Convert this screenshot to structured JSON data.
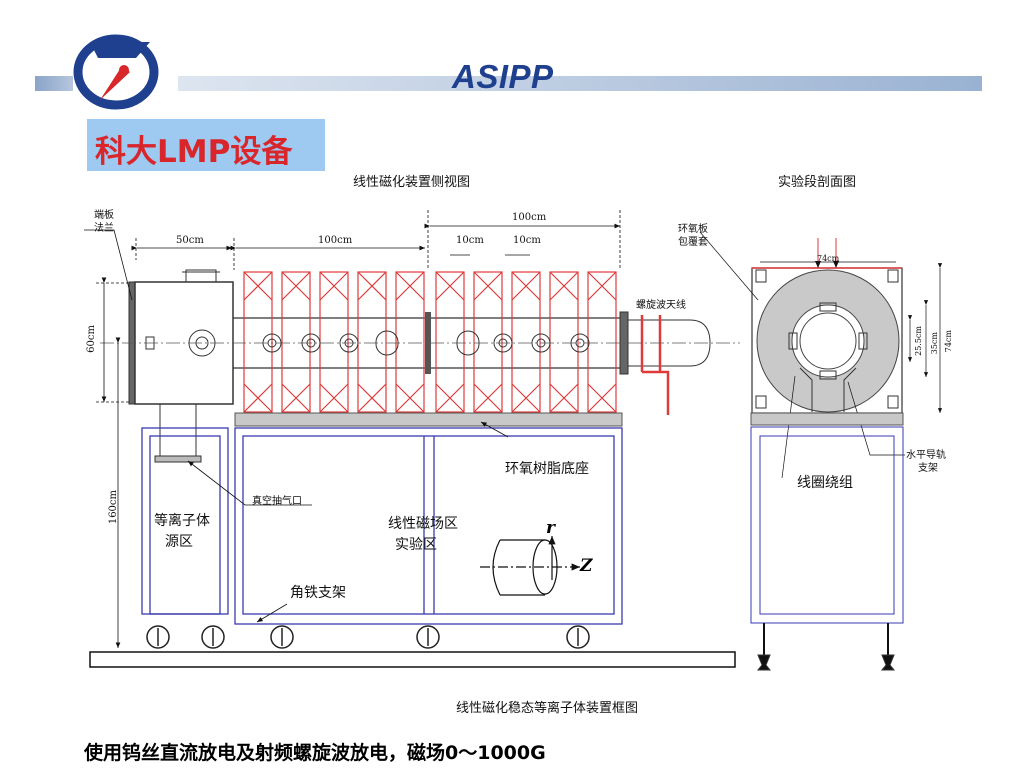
{
  "header": {
    "brand": "ASIPP",
    "slide_title": "科大LMP设备"
  },
  "diagram": {
    "side_view_title": "线性磁化装置侧视图",
    "section_title": "实验段剖面图",
    "end_plate_label_1": "端板",
    "end_plate_label_2": "法兰",
    "dim_50cm": "50cm",
    "dim_100cm_a": "100cm",
    "dim_100cm_b": "100cm",
    "dim_10cm_a": "10cm",
    "dim_10cm_b": "10cm",
    "dim_60cm": "60cm",
    "dim_160cm": "160cm",
    "helicon_antenna": "螺旋波天线",
    "epoxy_base": "环氧树脂底座",
    "vacuum_port": "真空抽气口",
    "plasma_source_1": "等离子体",
    "plasma_source_2": "源区",
    "linear_field_1": "线性磁场区",
    "linear_field_2": "实验区",
    "angle_iron": "角铁支架",
    "axis_r": "r",
    "axis_z": "Z",
    "epoxy_plate_1": "环氧板",
    "epoxy_plate_2": "包覆套",
    "dim_74cm_top": "74cm",
    "dim_74cm_side": "74cm",
    "dim_35cm": "35cm",
    "dim_25_5cm": "25.5cm",
    "coil_winding": "线圈绕组",
    "rail_1": "水平导轨",
    "rail_2": "支架",
    "bottom_caption": "线性磁化稳态等离子体装置框图"
  },
  "footer": {
    "description": "使用钨丝直流放电及射频螺旋波放电，磁场0～1000G"
  },
  "colors": {
    "brand_blue": "#1f3f8f",
    "title_bg": "#9ec9f0",
    "title_red": "#d8262b",
    "coil_red": "#e03a3a",
    "frame_blue": "#3a3ab0"
  }
}
